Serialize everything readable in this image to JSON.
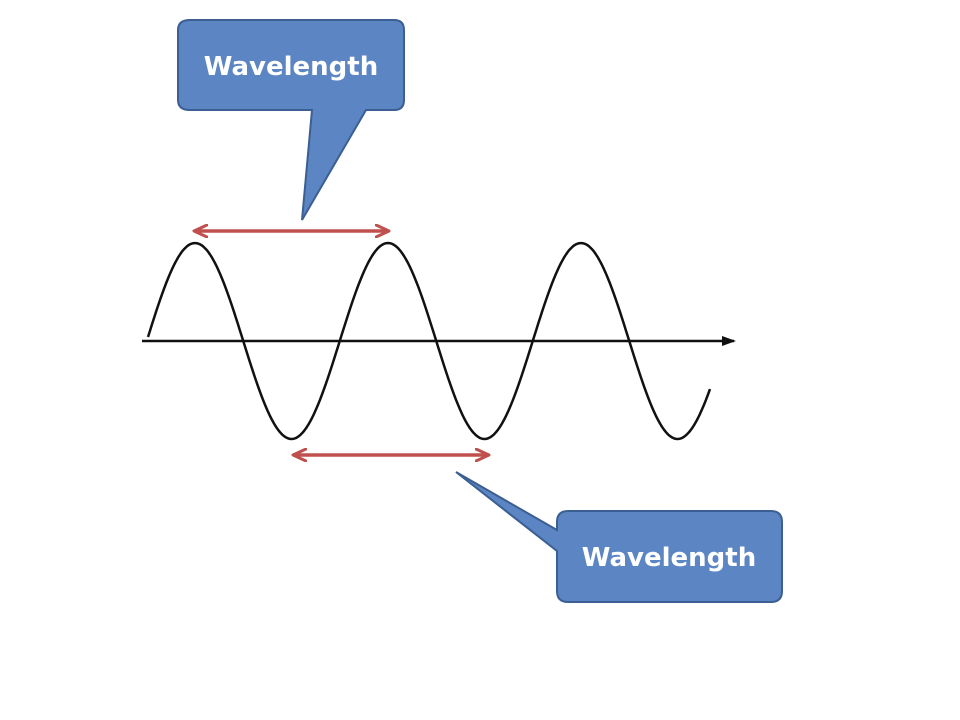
{
  "callouts": [
    {
      "id": "top",
      "label": "Wavelength"
    },
    {
      "id": "bottom",
      "label": "Wavelength"
    }
  ],
  "colors": {
    "callout_fill": "#5b85c3",
    "callout_stroke": "#3b5f93",
    "arrow": "#c0504d",
    "wave": "#111111",
    "axis": "#111111"
  }
}
